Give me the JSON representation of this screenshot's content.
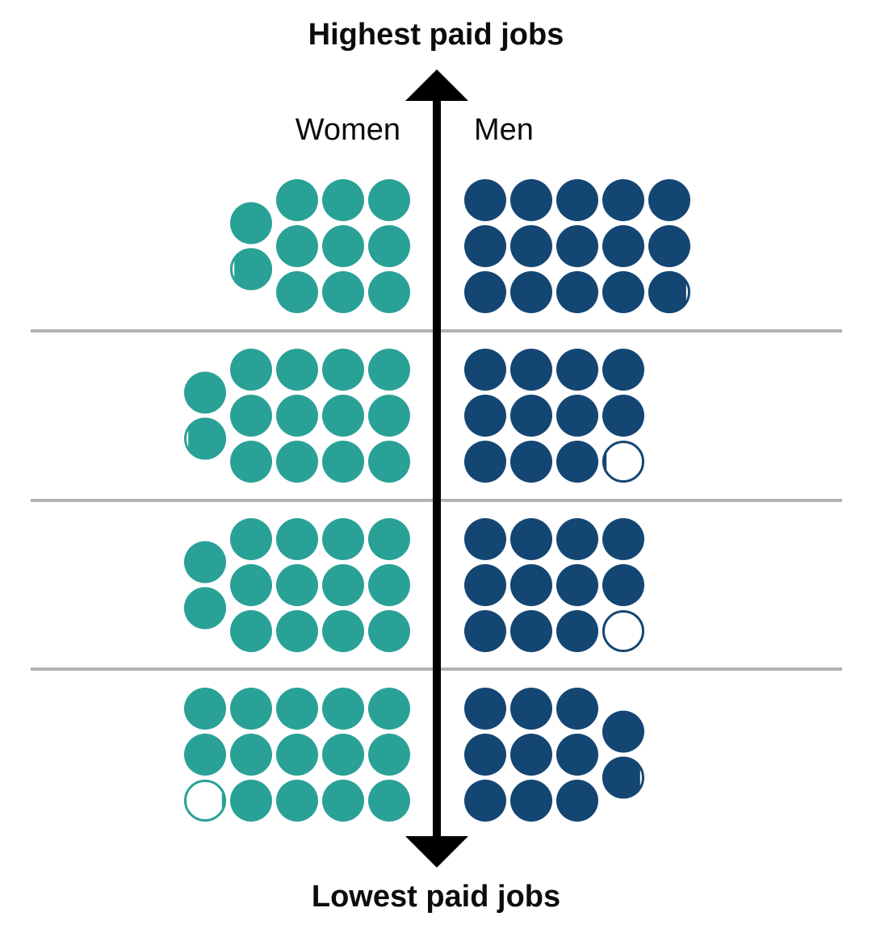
{
  "chart_data": {
    "type": "pictogram",
    "axis_top_label": "Highest paid jobs",
    "axis_bottom_label": "Lowest paid jobs",
    "group_labels": {
      "women": "Women",
      "men": "Men"
    },
    "colors": {
      "women": "#2aa197",
      "men": "#144673",
      "divider": "#b1b4b6",
      "axis": "#000000"
    },
    "bands": [
      {
        "women": 10.9,
        "men": 14.9
      },
      {
        "women": 13.9,
        "men": 11.1
      },
      {
        "women": 13.95,
        "men": 11.05
      },
      {
        "women": 14.1,
        "men": 10.9
      }
    ],
    "band_order": "top (highest paid) to bottom (lowest paid)",
    "columns_per_group": 5,
    "rows_per_band": 3
  }
}
